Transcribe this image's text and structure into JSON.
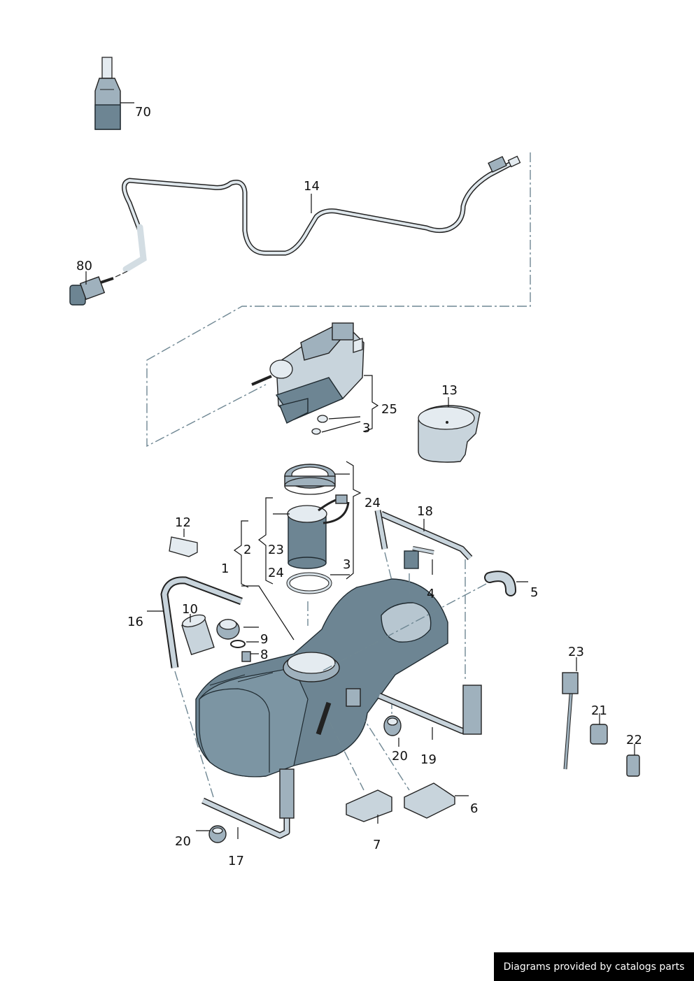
{
  "footer": {
    "text": "Diagrams provided by catalogs parts"
  },
  "labels": {
    "p70": "70",
    "p14": "14",
    "p80": "80",
    "p25": "25",
    "p3a": "3",
    "p13": "13",
    "p24a": "24",
    "p18": "18",
    "p12": "12",
    "p2": "2",
    "p23a": "23",
    "p1": "1",
    "p3b": "3",
    "p24b": "24",
    "p4": "4",
    "p5": "5",
    "p16": "16",
    "p10": "10",
    "p9": "9",
    "p8": "8",
    "p23b": "23",
    "p21": "21",
    "p22": "22",
    "p20a": "20",
    "p19": "19",
    "p6": "6",
    "p7": "7",
    "p20b": "20",
    "p17": "17"
  },
  "colors": {
    "part_fill": "#c8d4dc",
    "part_dark": "#6d8593",
    "dashline": "#6f8793"
  }
}
